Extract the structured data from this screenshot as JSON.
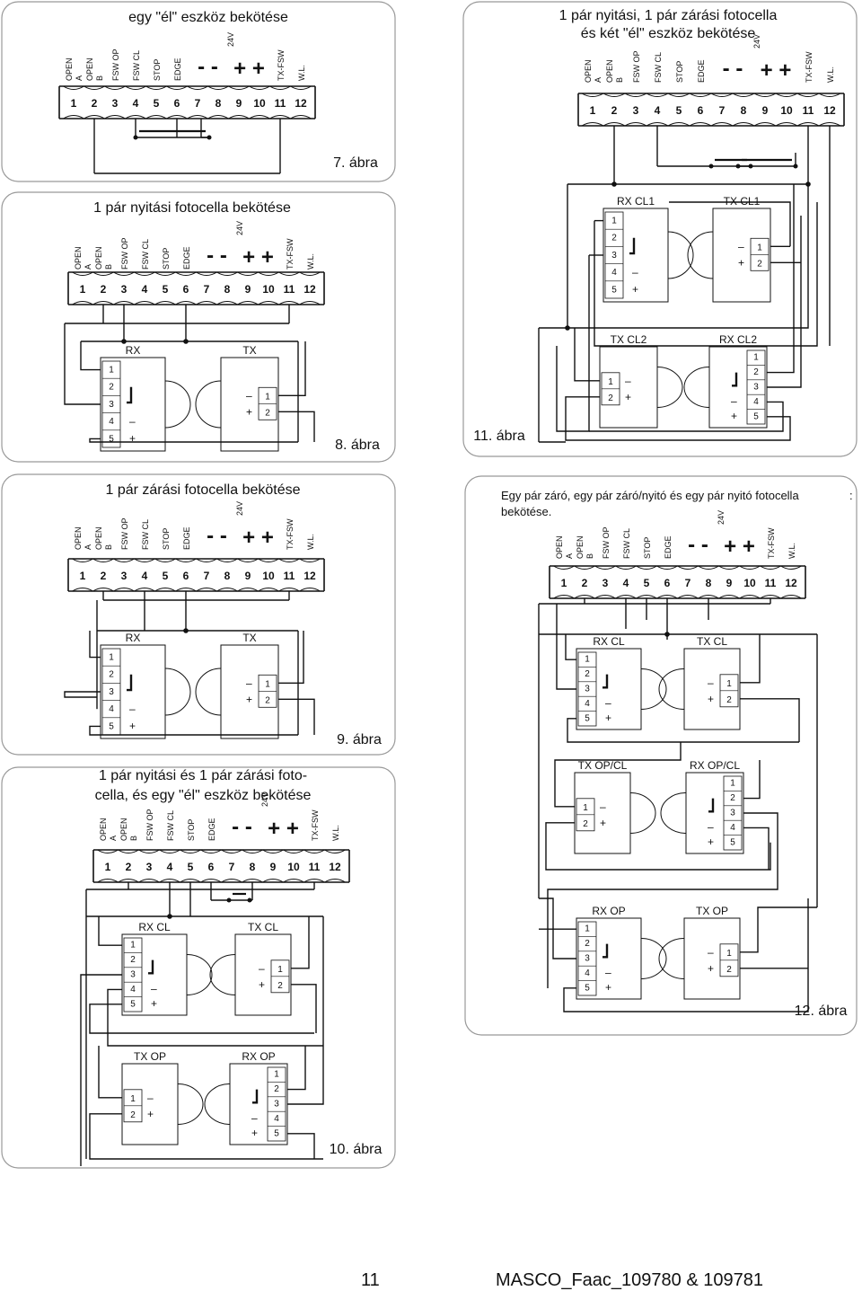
{
  "terminal_labels": {
    "signal": [
      "OPEN A",
      "OPEN B",
      "FSW OP",
      "FSW CL",
      "STOP",
      "EDGE"
    ],
    "minus": "- -",
    "plus": "+ +",
    "voltage": "24V",
    "tx_fsw": "TX-FSW",
    "wl": "W.L."
  },
  "terminal_numbers": [
    "1",
    "2",
    "3",
    "4",
    "5",
    "6",
    "7",
    "8",
    "9",
    "10",
    "11",
    "12"
  ],
  "rx_numbers": [
    "1",
    "2",
    "3",
    "4",
    "5"
  ],
  "tx_numbers": [
    "1",
    "2"
  ],
  "sign_minus": "–",
  "sign_plus": "+",
  "panels": {
    "p7": {
      "title": "egy \"él\" eszköz bekötése",
      "caption": "7. ábra"
    },
    "p11top": {
      "title_l1": "1 pár nyitási, 1 pár zárási fotocella",
      "title_l2": "és két \"él\" eszköz bekötése"
    },
    "p8": {
      "title": "1 pár nyitási fotocella bekötése",
      "caption": "8. ábra",
      "rx": "RX",
      "tx": "TX"
    },
    "p11": {
      "caption": "11. ábra",
      "rx1": "RX CL1",
      "tx1": "TX CL1",
      "tx2": "TX CL2",
      "rx2": "RX CL2"
    },
    "p9": {
      "title": "1 pár zárási fotocella bekötése",
      "caption": "9. ábra",
      "rx": "RX",
      "tx": "TX"
    },
    "p12": {
      "title_l1": "Egy pár záró, egy pár záró/nyitó és egy pár nyitó fotocella",
      "title_l2": "bekötése.",
      "caption": "12. ábra",
      "rxcl": "RX CL",
      "txcl": "TX CL",
      "txopcl": "TX OP/CL",
      "rxopcl": "RX OP/CL",
      "rxop": "RX OP",
      "txop": "TX OP"
    },
    "p10": {
      "title_l1": "1 pár nyitási és 1 pár zárási foto-",
      "title_l2": "cella, és egy \"él\" eszköz bekötése",
      "caption": "10. ábra",
      "rxcl": "RX CL",
      "txcl": "TX CL",
      "txop": "TX OP",
      "rxop": "RX OP"
    }
  },
  "footer": {
    "page_number": "11",
    "doc_id": "MASCO_Faac_109780 & 109781"
  }
}
